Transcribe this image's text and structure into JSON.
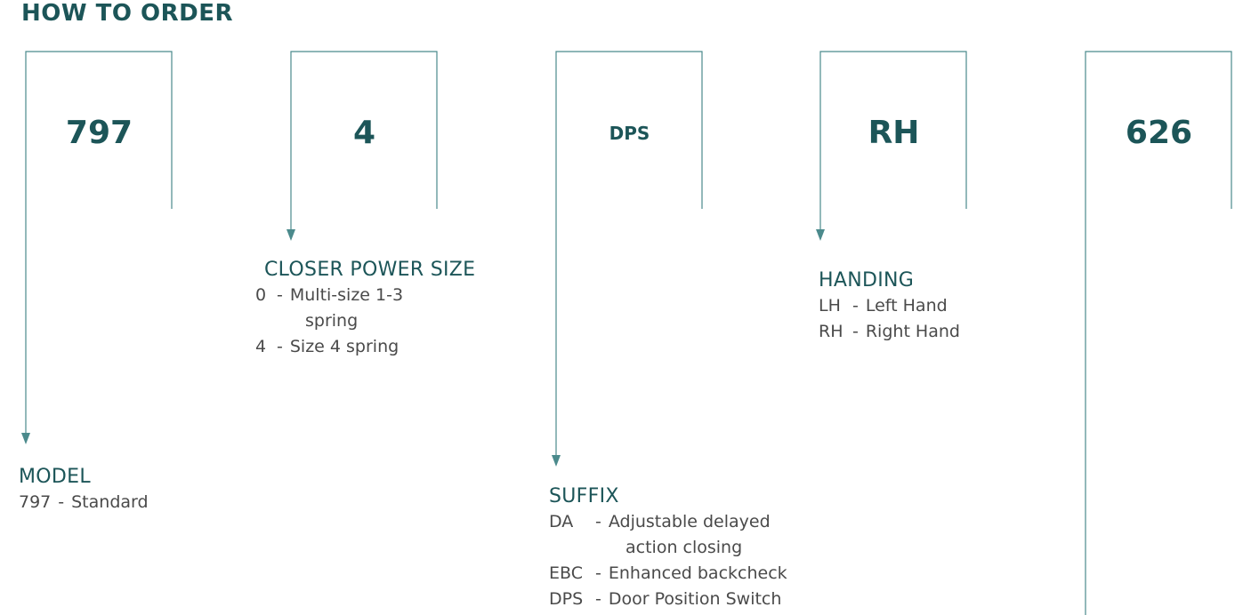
{
  "title": "HOW TO ORDER",
  "colors": {
    "line": "#4b8a8c",
    "heading": "#1c5558",
    "text": "#4a4a4a"
  },
  "codes": [
    {
      "value": "797"
    },
    {
      "value": "4"
    },
    {
      "value": "DPS"
    },
    {
      "value": "RH"
    },
    {
      "value": "626"
    }
  ],
  "sections": {
    "model": {
      "heading": "MODEL",
      "items": [
        {
          "code": "797",
          "desc": "Standard"
        }
      ]
    },
    "power": {
      "heading": "CLOSER POWER SIZE",
      "items": [
        {
          "code": "0",
          "desc": "Multi-size 1-3",
          "cont": "spring"
        },
        {
          "code": "4",
          "desc": "Size 4 spring"
        }
      ]
    },
    "suffix": {
      "heading": "SUFFIX",
      "items": [
        {
          "code": "DA",
          "desc": "Adjustable delayed",
          "cont": "action closing"
        },
        {
          "code": "EBC",
          "desc": "Enhanced backcheck"
        },
        {
          "code": "DPS",
          "desc": "Door Position Switch"
        }
      ]
    },
    "handing": {
      "heading": "HANDING",
      "items": [
        {
          "code": "LH",
          "desc": "Left Hand"
        },
        {
          "code": "RH",
          "desc": "Right Hand"
        }
      ]
    }
  }
}
